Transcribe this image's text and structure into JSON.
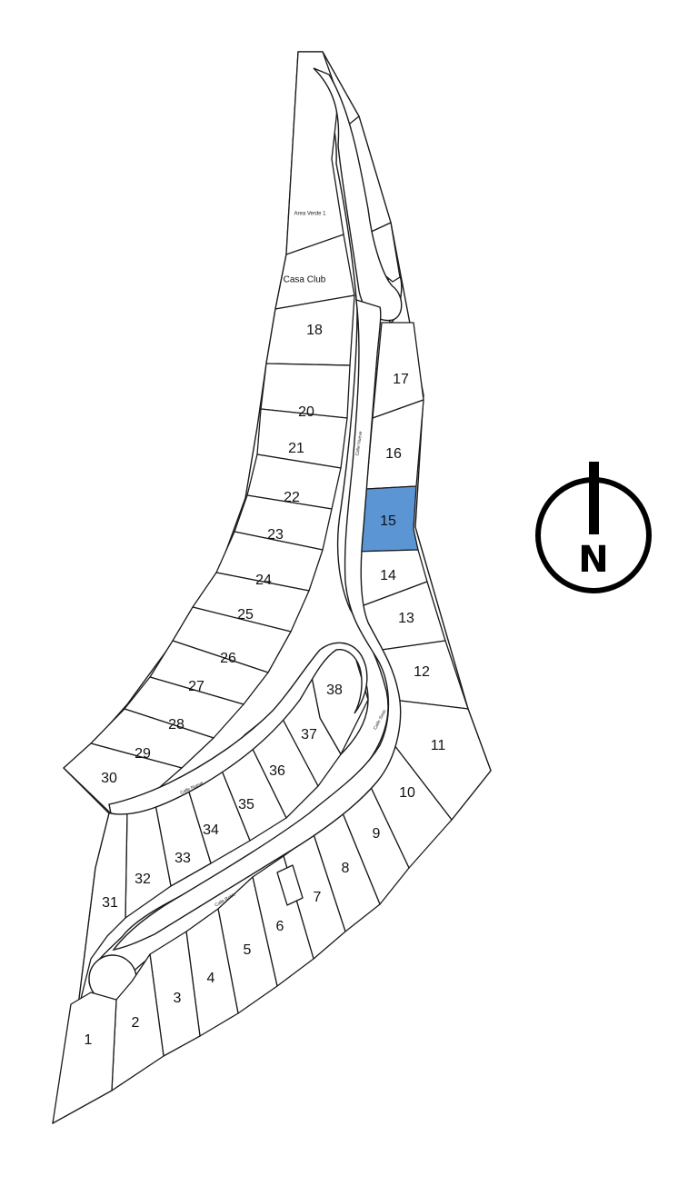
{
  "selected_lot": "15",
  "colors": {
    "selected_fill": "#5b95d4",
    "line": "#1a1a1a",
    "background": "#ffffff"
  },
  "labels": {
    "area_verde": "Area Verde 1",
    "casa_club": "Casa Club",
    "north": "N"
  },
  "streets": {
    "main_north": "Calle Nueve",
    "east_loop": "Calle Siete",
    "mid_loop": "Calle Nueve",
    "south_loop": "Calle Roble"
  },
  "lots": [
    "1",
    "2",
    "3",
    "4",
    "5",
    "6",
    "7",
    "8",
    "9",
    "10",
    "11",
    "12",
    "13",
    "14",
    "15",
    "16",
    "17",
    "18",
    "20",
    "21",
    "22",
    "23",
    "24",
    "25",
    "26",
    "27",
    "28",
    "29",
    "30",
    "31",
    "32",
    "33",
    "34",
    "35",
    "36",
    "37",
    "38"
  ],
  "icons": {
    "north_arrow": "north-arrow-icon"
  }
}
